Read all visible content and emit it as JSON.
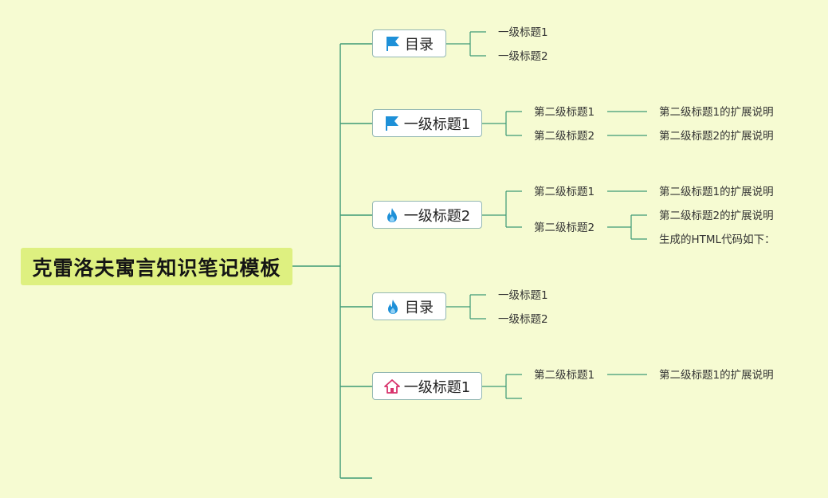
{
  "root": {
    "title": "克雷洛夫寓言知识笔记模板"
  },
  "branches": [
    {
      "label": "目录",
      "icon": "flag-icon",
      "children": [
        {
          "label": "一级标题1"
        },
        {
          "label": "一级标题2"
        }
      ]
    },
    {
      "label": "一级标题1",
      "icon": "flag-icon",
      "children": [
        {
          "label": "第二级标题1",
          "children": [
            {
              "label": "第二级标题1的扩展说明"
            }
          ]
        },
        {
          "label": "第二级标题2",
          "children": [
            {
              "label": "第二级标题2的扩展说明"
            }
          ]
        }
      ]
    },
    {
      "label": "一级标题2",
      "icon": "fire-icon",
      "children": [
        {
          "label": "第二级标题1",
          "children": [
            {
              "label": "第二级标题1的扩展说明"
            }
          ]
        },
        {
          "label": "第二级标题2",
          "children": [
            {
              "label": "第二级标题2的扩展说明"
            },
            {
              "label": "生成的HTML代码如下："
            }
          ]
        }
      ]
    },
    {
      "label": "目录",
      "icon": "fire-icon",
      "children": [
        {
          "label": "一级标题1"
        },
        {
          "label": "一级标题2"
        }
      ]
    },
    {
      "label": "一级标题1",
      "icon": "home-icon",
      "children": [
        {
          "label": "第二级标题1",
          "children": [
            {
              "label": "第二级标题1的扩展说明"
            }
          ]
        },
        {
          "label": ""
        }
      ]
    }
  ],
  "colors": {
    "background": "#f6fbd2",
    "root_fill": "#def080",
    "connector": "#3d9a75",
    "flag_icon": "#1e90d8",
    "fire_icon": "#1e90d8",
    "home_icon": "#d8336c"
  }
}
